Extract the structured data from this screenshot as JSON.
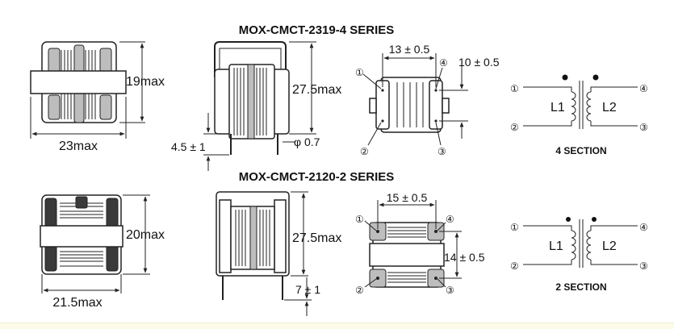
{
  "series_top": {
    "title": "MOX-CMCT-2319-4 SERIES",
    "front": {
      "height_label": "19max",
      "width_label": "23max"
    },
    "side": {
      "height_label": "27.5max",
      "lead_label": "4.5 ± 1",
      "pin_label": "φ 0.7"
    },
    "bottom": {
      "pitch_x_label": "13 ± 0.5",
      "pitch_y_label": "10 ± 0.5",
      "pins": [
        "①",
        "②",
        "③",
        "④"
      ]
    },
    "schematic": {
      "coil_left": "L1",
      "coil_right": "L2",
      "pins": [
        "①",
        "②",
        "③",
        "④"
      ],
      "section_label": "4 SECTION"
    }
  },
  "series_bottom": {
    "title": "MOX-CMCT-2120-2 SERIES",
    "front": {
      "height_label": "20max",
      "width_label": "21.5max"
    },
    "side": {
      "height_label": "27.5max",
      "lead_label": "7 ± 1"
    },
    "bottom": {
      "pitch_x_label": "15 ± 0.5",
      "pitch_y_label": "14 ± 0.5",
      "pins": [
        "①",
        "②",
        "③",
        "④"
      ]
    },
    "schematic": {
      "coil_left": "L1",
      "coil_right": "L2",
      "pins": [
        "①",
        "②",
        "③",
        "④"
      ],
      "section_label": "2 SECTION"
    }
  }
}
